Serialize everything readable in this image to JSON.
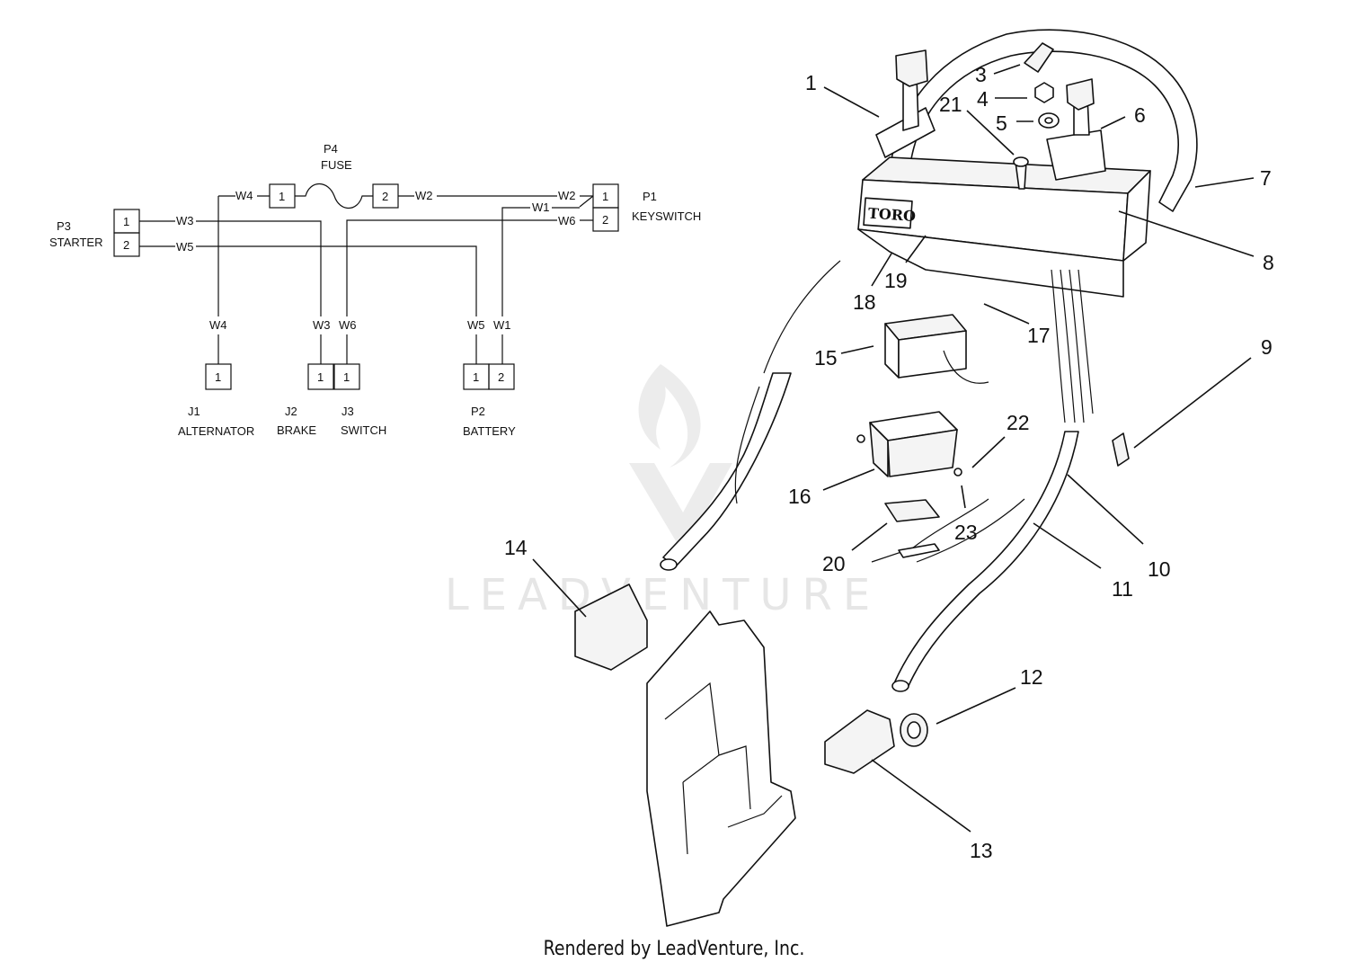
{
  "watermark": {
    "text": "LEADVENTURE"
  },
  "footer": {
    "text": "Rendered by LeadVenture, Inc."
  },
  "schematic": {
    "fuse": {
      "id": "P4",
      "name": "FUSE",
      "pin1": "1",
      "pin2": "2"
    },
    "keyswitch": {
      "id": "P1",
      "name": "KEYSWITCH",
      "pin1": "1",
      "pin2": "2"
    },
    "starter": {
      "id": "P3",
      "name": "STARTER",
      "pin1": "1",
      "pin2": "2"
    },
    "alternator": {
      "id": "J1",
      "name": "ALTERNATOR",
      "pin1": "1"
    },
    "brake": {
      "id": "J2",
      "name": "BRAKE",
      "pin1": "1"
    },
    "switch": {
      "id": "J3",
      "name": "SWITCH",
      "pin1": "1"
    },
    "battery": {
      "id": "P2",
      "name": "BATTERY",
      "pin1": "1",
      "pin2": "2"
    },
    "wires": {
      "w4_top": "W4",
      "w2_left": "W2",
      "w2_right": "W2",
      "w1_right": "W1",
      "w6_right": "W6",
      "w3_left": "W3",
      "w5_left": "W5",
      "w4_bottom": "W4",
      "w3_bottom": "W3",
      "w6_bottom": "W6",
      "w5_bottom": "W5",
      "w1_bottom": "W1"
    }
  },
  "callouts": {
    "c1": "1",
    "c2": "21",
    "c3": "3",
    "c4": "4",
    "c5": "5",
    "c6": "6",
    "c7": "7",
    "c8": "8",
    "c9": "9",
    "c10": "10",
    "c11": "11",
    "c12": "12",
    "c13": "13",
    "c14": "14",
    "c15": "15",
    "c16": "16",
    "c17": "17",
    "c18": "18",
    "c19": "19",
    "c20": "20",
    "c22": "22",
    "c23": "23"
  },
  "brand_logo": "TORO"
}
